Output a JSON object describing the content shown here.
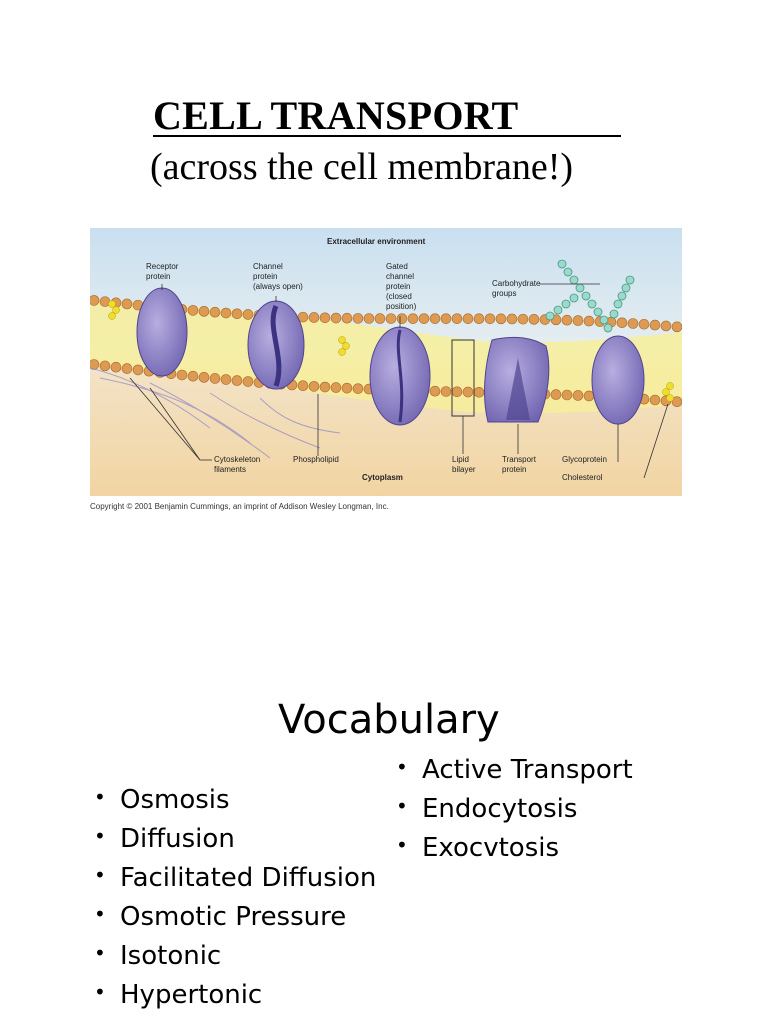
{
  "title": "CELL TRANSPORT",
  "subtitle": "(across the cell membrane!)",
  "figure": {
    "heading": "Extracellular environment",
    "bottom_label": "Cytoplasm",
    "labels": {
      "receptor": [
        "Receptor",
        "protein"
      ],
      "channel": [
        "Channel",
        "protein",
        "(always open)"
      ],
      "gated": [
        "Gated",
        "channel",
        "protein",
        "(closed",
        "position)"
      ],
      "carbohydrate": [
        "Carbohydrate",
        "groups"
      ],
      "cytoskeleton": [
        "Cytoskeleton",
        "filaments"
      ],
      "phospholipid": [
        "Phospholipid"
      ],
      "lipid": [
        "Lipid",
        "bilayer"
      ],
      "transport": [
        "Transport",
        "protein"
      ],
      "glycoprotein": [
        "Glycoprotein"
      ],
      "cholesterol": [
        "Cholesterol"
      ]
    },
    "copyright": "Copyright © 2001 Benjamin Cummings, an imprint of Addison Wesley Longman, Inc."
  },
  "vocabulary": {
    "heading": "Vocabulary",
    "left": [
      "Osmosis",
      "Diffusion",
      "Facilitated Diffusion",
      "Osmotic Pressure",
      "Isotonic",
      "Hypertonic"
    ],
    "right": [
      "Active Transport",
      "Endocytosis",
      "Exocvtosis"
    ]
  }
}
